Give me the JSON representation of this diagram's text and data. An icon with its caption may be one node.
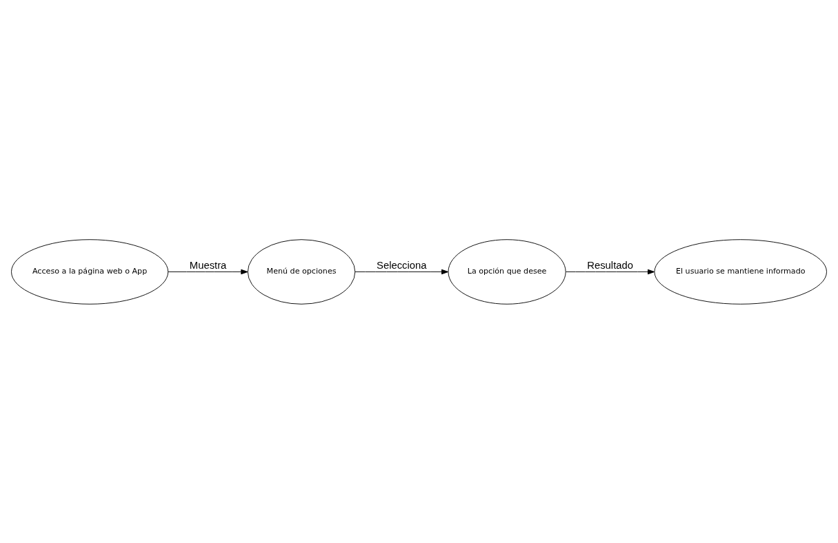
{
  "diagram": {
    "nodes": [
      {
        "text": [
          "Acceso a la página web o App"
        ]
      },
      {
        "text": [
          "Menú de opciones"
        ]
      },
      {
        "text": [
          "La opción que desee"
        ]
      },
      {
        "text": [
          "El usuario se mantiene informado"
        ]
      }
    ],
    "edges": [
      {
        "from": 0,
        "to": 1,
        "arrow": "to",
        "label": "Muestra"
      },
      {
        "from": 1,
        "to": 2,
        "arrow": "to",
        "label": "Selecciona"
      },
      {
        "from": 2,
        "to": 3,
        "arrow": "to",
        "label": "Resultado"
      }
    ]
  }
}
